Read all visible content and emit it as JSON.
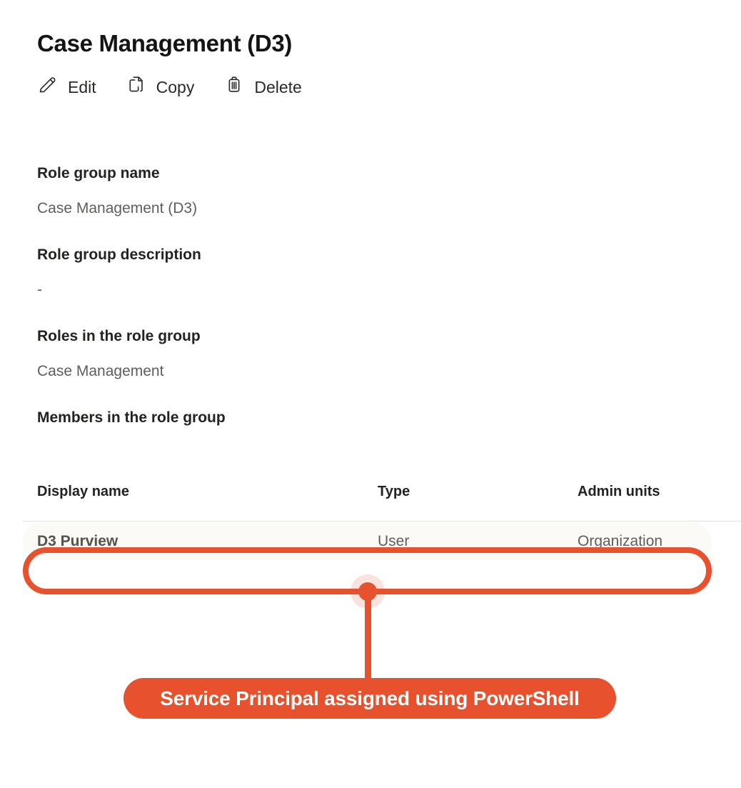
{
  "page": {
    "title": "Case Management (D3)",
    "toolbar": {
      "edit_label": "Edit",
      "copy_label": "Copy",
      "delete_label": "Delete"
    },
    "fields": [
      {
        "label": "Role group name",
        "value": "Case Management (D3)"
      },
      {
        "label": "Role group description",
        "value": "-"
      },
      {
        "label": "Roles in the role group",
        "value": "Case Management"
      },
      {
        "label": "Members in the role group"
      }
    ],
    "table": {
      "columns": [
        "Display name",
        "Type",
        "Admin units"
      ],
      "rows": [
        {
          "display_name": "D3 Purview",
          "type": "User",
          "admin_units": "Organization"
        }
      ]
    },
    "annotation": {
      "callout_text": "Service Principal assigned using PowerShell",
      "accent_color": "#E7512D"
    }
  }
}
